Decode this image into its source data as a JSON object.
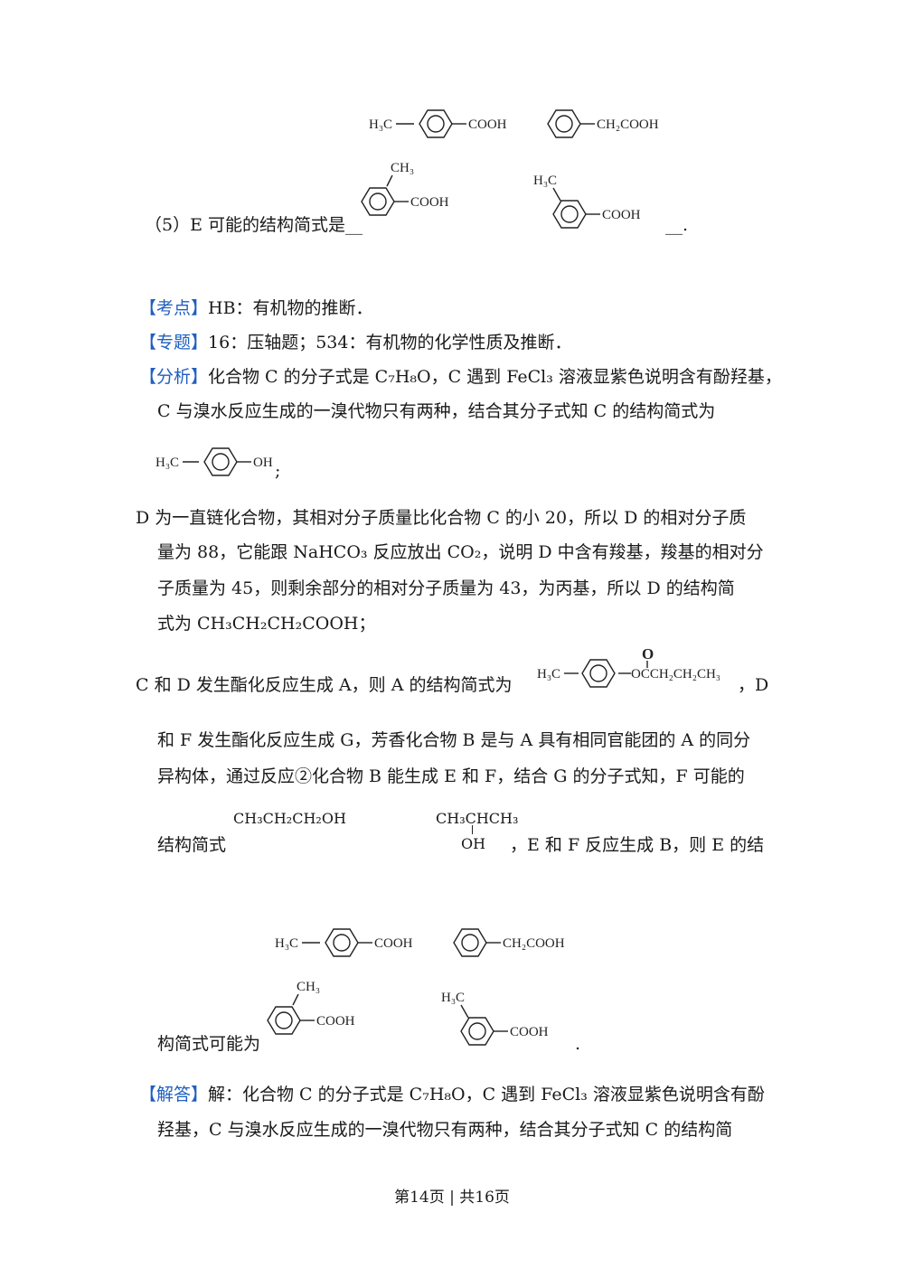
{
  "q5": {
    "prefix": "（5）E 可能的结构简式是",
    "blank_left": "__",
    "blank_right": "__.",
    "structures": [
      "H₃C—C₆H₄—COOH",
      "C₆H₅—CH₂COOH",
      "CH₃ (ortho) C₆H₄—COOH",
      "H₃C (meta) C₆H₄—COOH"
    ]
  },
  "kaodian": {
    "tag": "【考点】",
    "text": "HB：有机物的推断．"
  },
  "zhuanti": {
    "tag": "【专题】",
    "text": "16：压轴题；534：有机物的化学性质及推断．"
  },
  "fenxi": {
    "tag": "【分析】",
    "l1": "化合物 C 的分子式是 C₇H₈O，C 遇到 FeCl₃ 溶液显紫色说明含有酚羟基，",
    "l2": "C 与溴水反应生成的一溴代物只有两种，结合其分子式知 C 的结构简式为",
    "c_struct_end": ";",
    "d1": "D 为一直链化合物，其相对分子质量比化合物 C 的小 20，所以 D 的相对分子质",
    "d2": "量为 88，它能跟 NaHCO₃ 反应放出 CO₂，说明 D 中含有羧基，羧基的相对分",
    "d3": "子质量为 45，则剩余部分的相对分子质量为 43，为丙基，所以 D 的结构简",
    "d4": "式为 CH₃CH₂CH₂COOH；",
    "a1": "C 和 D 发生酯化反应生成 A，则 A 的结构简式为",
    "a1_end": "，D",
    "a2": "和 F 发生酯化反应生成 G，芳香化合物 B 是与 A 具有相同官能团的 A 的同分",
    "a3": "异构体，通过反应②化合物 B 能生成 E 和 F，结合 G 的分子式知，F 可能的",
    "f_label": "结构简式",
    "f1": "CH₃CH₂CH₂OH",
    "f2_top": "CH₃CHCH₃",
    "f2_oh": "OH",
    "f_tail": "，E 和 F 反应生成 B，则 E 的结",
    "e_label": "构简式可能为",
    "e_end": "."
  },
  "jieda": {
    "tag": "【解答】",
    "l1": "解：化合物 C 的分子式是 C₇H₈O，C 遇到 FeCl₃ 溶液显紫色说明含有酚",
    "l2": "羟基，C 与溴水反应生成的一溴代物只有两种，结合其分子式知 C 的结构简"
  },
  "chem_labels": {
    "h3c": "H₃C",
    "cooh": "COOH",
    "ch2cooh": "CH₂COOH",
    "ch3": "CH₃",
    "oh": "OH",
    "ester_tail": "OCCH₂CH₂CH₃",
    "ester_o": "O"
  },
  "footer": "第14页 | 共16页",
  "colors": {
    "tag": "#1f5fbf",
    "text": "#1a1a1a"
  }
}
